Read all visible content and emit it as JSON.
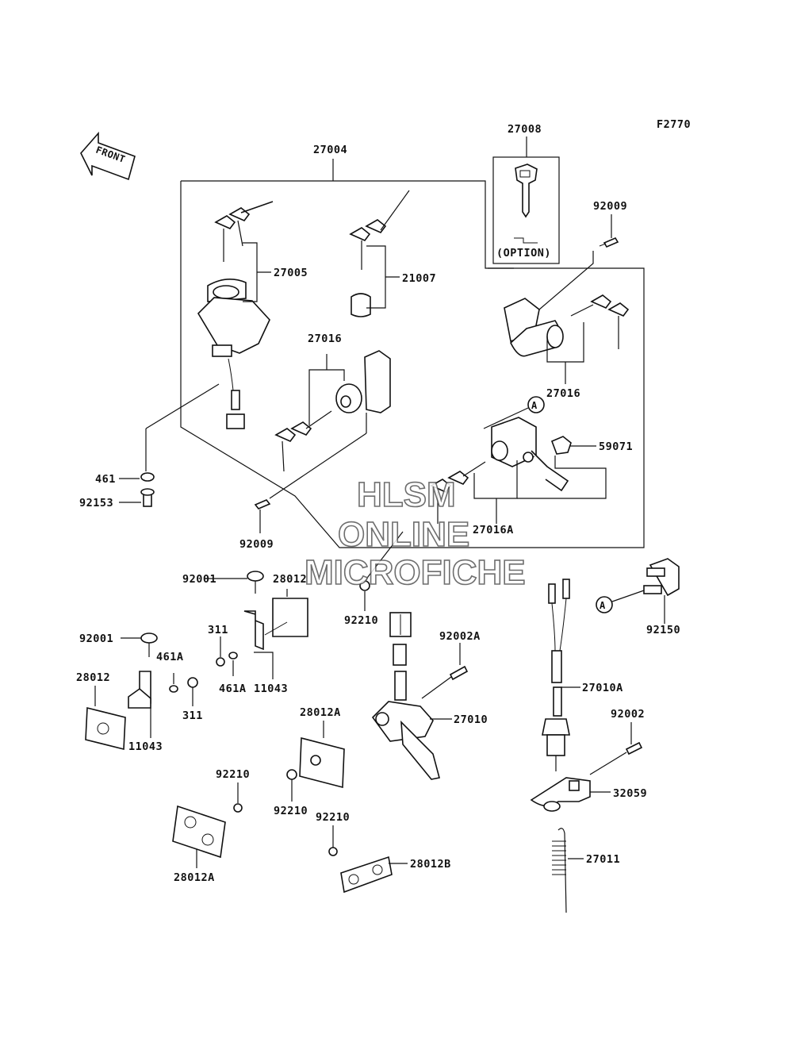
{
  "figure_code": "F2770",
  "direction_label": "FRONT",
  "option_label": "(OPTION)",
  "callout_symbol": "A",
  "watermark": {
    "line1": "HLSM",
    "line2": "ONLINE",
    "line3": "MICROFICHE"
  },
  "parts": {
    "p27004": "27004",
    "p27008": "27008",
    "p92009a": "92009",
    "p27005": "27005",
    "p21007": "21007",
    "p27016a": "27016",
    "p27016b": "27016",
    "p59071": "59071",
    "p27016A": "27016A",
    "p461": "461",
    "p92153": "92153",
    "p92009b": "92009",
    "p92001a": "92001",
    "p28012a": "28012",
    "p92210a": "92210",
    "p92150": "92150",
    "p92001b": "92001",
    "p311a": "311",
    "p461Aa": "461A",
    "p461Ab": "461A",
    "p11043a": "11043",
    "p92002A": "92002A",
    "p27010A": "27010A",
    "p28012b": "28012",
    "p311b": "311",
    "p11043b": "11043",
    "p28012A1": "28012A",
    "p27010": "27010",
    "p92002": "92002",
    "p92210b": "92210",
    "p92210c": "92210",
    "p32059": "32059",
    "p92210d": "92210",
    "p28012A2": "28012A",
    "p28012B": "28012B",
    "p27011": "27011"
  }
}
